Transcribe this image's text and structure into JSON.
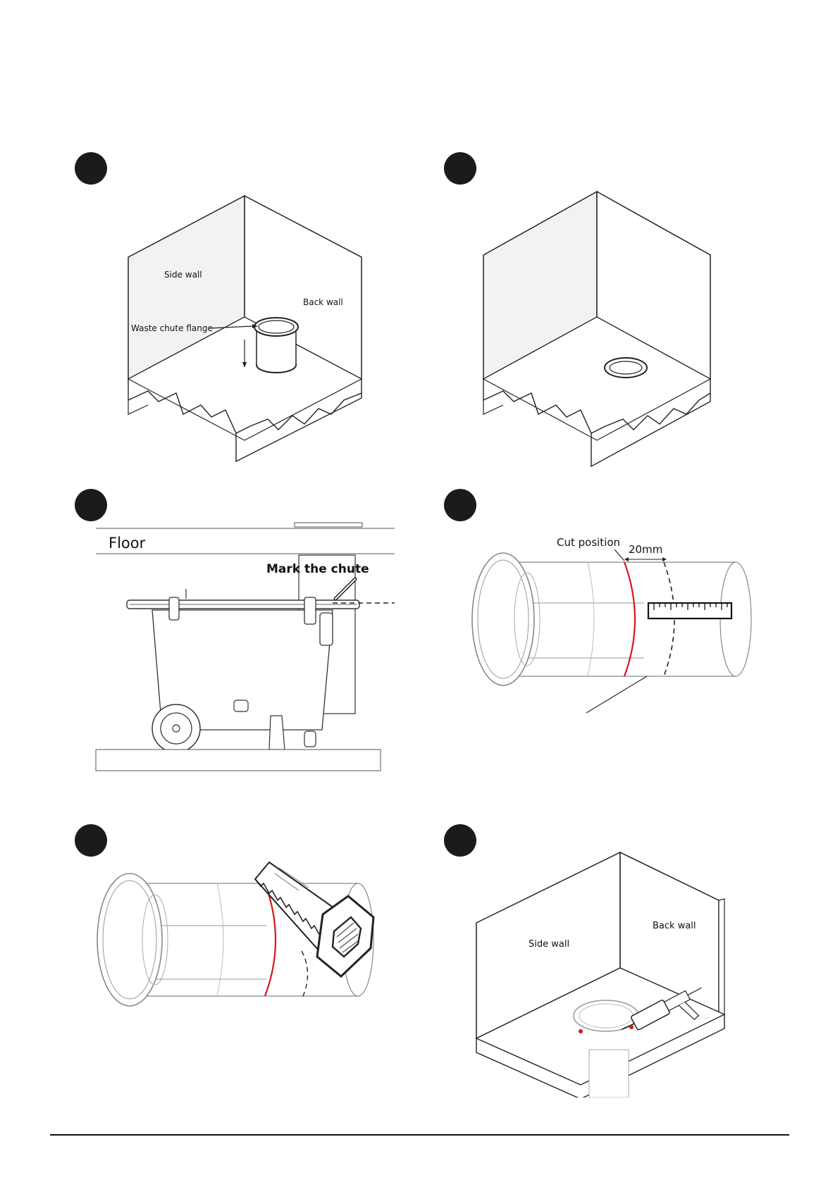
{
  "steps": [
    {
      "id": 1,
      "labels": {
        "side_wall": "Side wall",
        "back_wall": "Back wall",
        "flange": "Waste chute flange"
      }
    },
    {
      "id": 2,
      "labels": {}
    },
    {
      "id": 3,
      "labels": {
        "floor": "Floor",
        "mark": "Mark the chute"
      }
    },
    {
      "id": 4,
      "labels": {
        "cut_position": "Cut position",
        "offset": "20mm"
      }
    },
    {
      "id": 5,
      "labels": {}
    },
    {
      "id": 6,
      "labels": {
        "side_wall": "Side wall",
        "back_wall": "Back wall"
      }
    }
  ],
  "colors": {
    "cut_line": "#d9141d",
    "ink": "#222222",
    "wall_shade": "#f2f2f2"
  }
}
